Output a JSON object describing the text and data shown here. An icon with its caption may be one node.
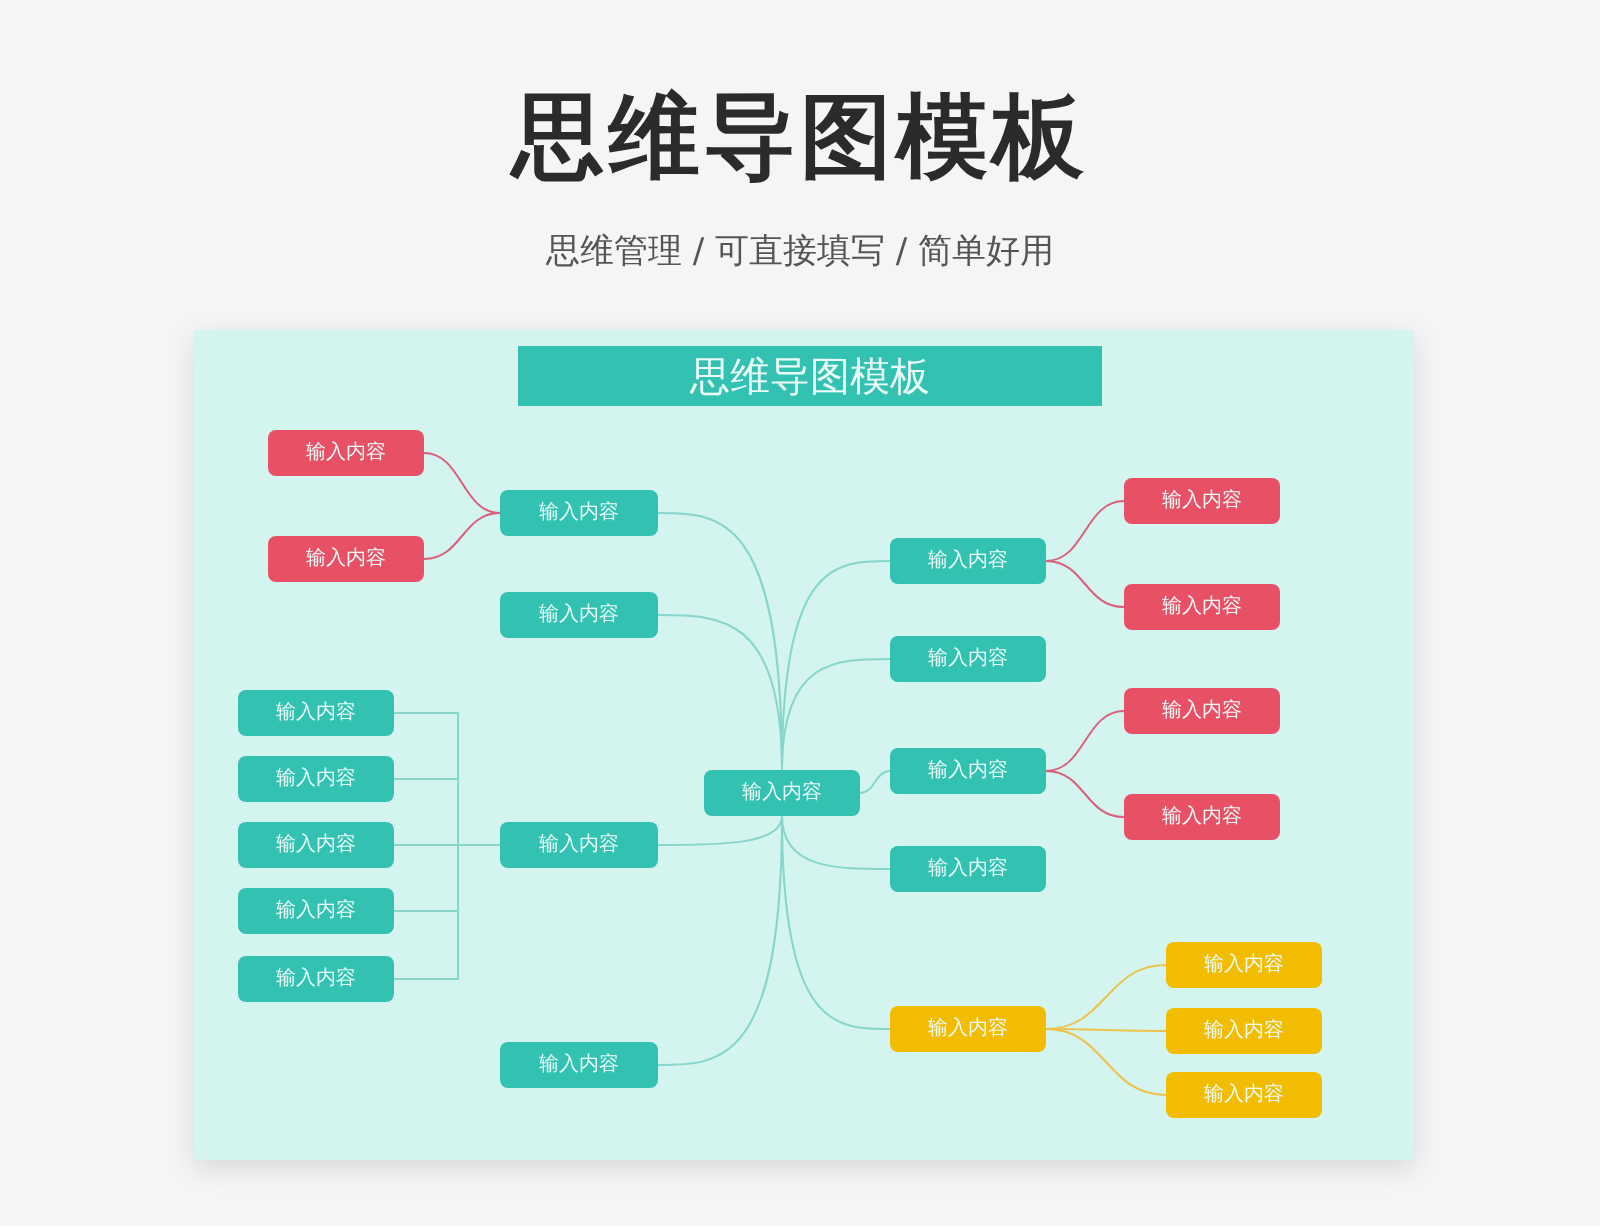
{
  "diagram": {
    "title": "思维导图模板",
    "nodes": [
      {
        "text": [
          "思维导图模板"
        ]
      },
      {
        "text": [
          "输入内容"
        ]
      },
      {
        "text": [
          "输入内容"
        ]
      },
      {
        "text": [
          "输入内容"
        ]
      },
      {
        "text": [
          "输入内容"
        ]
      },
      {
        "text": [
          "输入内容"
        ]
      },
      {
        "text": [
          "输入内容"
        ]
      },
      {
        "text": [
          "输入内容"
        ]
      },
      {
        "text": [
          "输入内容"
        ]
      },
      {
        "text": [
          "输入内容"
        ]
      },
      {
        "text": [
          "输入内容"
        ]
      },
      {
        "text": [
          "输入内容"
        ]
      },
      {
        "text": [
          "输入内容"
        ]
      },
      {
        "text": [
          "输入内容"
        ]
      },
      {
        "text": [
          "输入内容"
        ]
      },
      {
        "text": [
          "输入内容"
        ]
      },
      {
        "text": [
          "输入内容"
        ]
      },
      {
        "text": [
          "输入内容"
        ]
      },
      {
        "text": [
          "输入内容"
        ]
      },
      {
        "text": [
          "输入内容"
        ]
      },
      {
        "text": [
          "输入内容"
        ]
      },
      {
        "text": [
          "输入内容"
        ]
      },
      {
        "text": [
          "输入内容"
        ]
      },
      {
        "text": [
          "输入内容"
        ]
      },
      {
        "text": [
          "输入内容"
        ]
      }
    ],
    "edges": [
      {
        "from": 1,
        "to": 2,
        "arrow": "none"
      },
      {
        "from": 2,
        "to": 3,
        "arrow": "none",
        "color": "#d9607a"
      },
      {
        "from": 2,
        "to": 4,
        "arrow": "none",
        "color": "#d9607a"
      },
      {
        "from": 1,
        "to": 5,
        "arrow": "none"
      },
      {
        "from": 1,
        "to": 6,
        "arrow": "none"
      },
      {
        "from": 6,
        "to": 7,
        "arrow": "none"
      },
      {
        "from": 6,
        "to": 8,
        "arrow": "none"
      },
      {
        "from": 6,
        "to": 9,
        "arrow": "none"
      },
      {
        "from": 6,
        "to": 10,
        "arrow": "none"
      },
      {
        "from": 6,
        "to": 11,
        "arrow": "none"
      },
      {
        "from": 1,
        "to": 12,
        "arrow": "none"
      },
      {
        "from": 1,
        "to": 13,
        "arrow": "none"
      },
      {
        "from": 13,
        "to": 14,
        "arrow": "none",
        "color": "#d9607a"
      },
      {
        "from": 13,
        "to": 15,
        "arrow": "none",
        "color": "#d9607a"
      },
      {
        "from": 1,
        "to": 16,
        "arrow": "none"
      },
      {
        "from": 1,
        "to": 17,
        "arrow": "none"
      },
      {
        "from": 17,
        "to": 18,
        "arrow": "none",
        "color": "#d9607a"
      },
      {
        "from": 17,
        "to": 19,
        "arrow": "none",
        "color": "#d9607a"
      },
      {
        "from": 1,
        "to": 20,
        "arrow": "none"
      },
      {
        "from": 1,
        "to": 21,
        "arrow": "none"
      },
      {
        "from": 21,
        "to": 22,
        "arrow": "none",
        "color": "#eec24a"
      },
      {
        "from": 21,
        "to": 23,
        "arrow": "none",
        "color": "#eec24a"
      },
      {
        "from": 21,
        "to": 24,
        "arrow": "none",
        "color": "#eec24a"
      }
    ],
    "labels": [
      "思维管理 / 可直接填写 / 简单好用"
    ]
  }
}
